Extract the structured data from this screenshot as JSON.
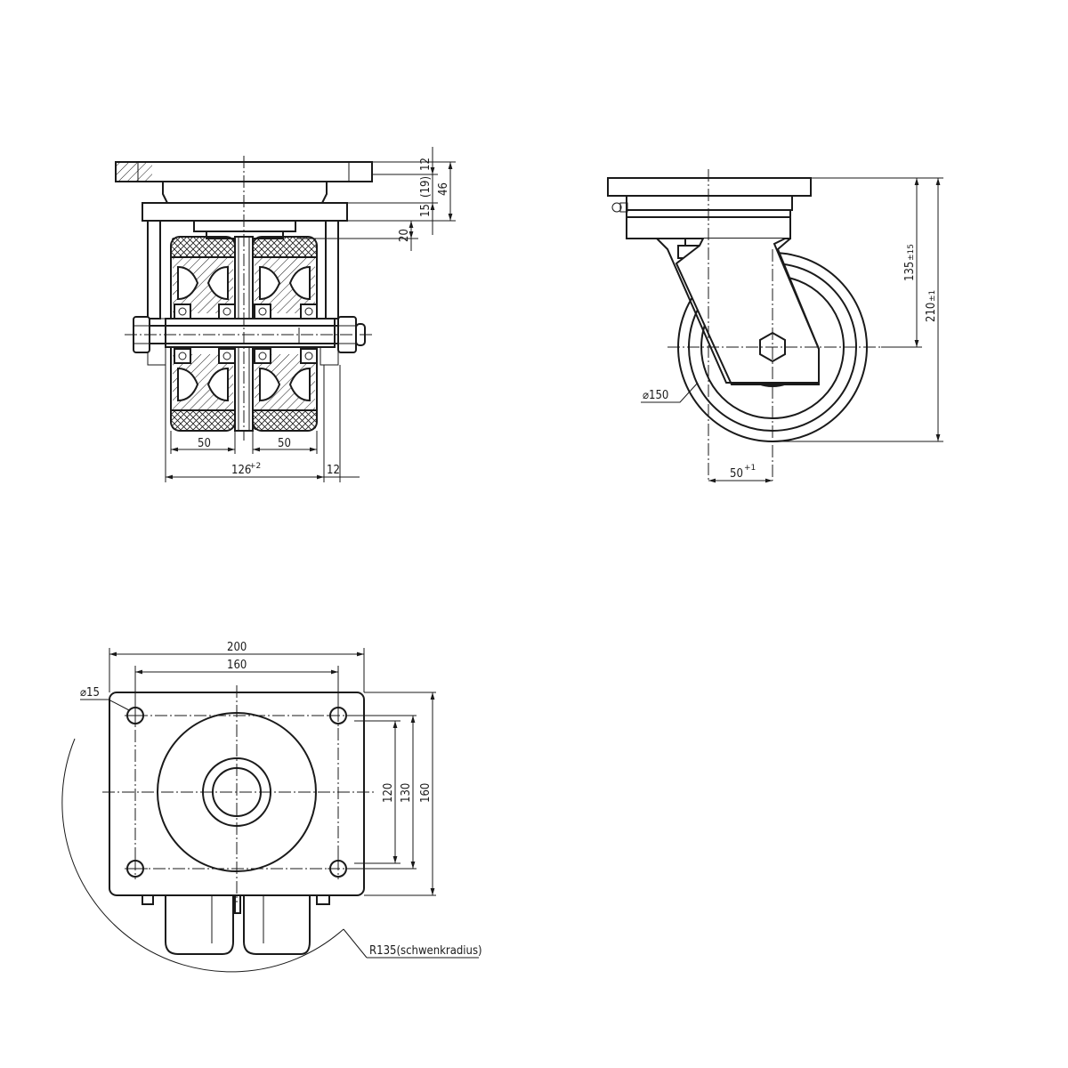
{
  "front_view": {
    "dims": {
      "d12_top": "12",
      "d19": "(19)",
      "d15": "15",
      "d46": "46",
      "d20": "20",
      "d50_left": "50",
      "d50_right": "50",
      "d126": "126",
      "d126_tol": "+2",
      "d12_side": "12"
    }
  },
  "side_view": {
    "dims": {
      "d135": "135",
      "d135_tol": "±15",
      "d210": "210",
      "d210_tol": "±1",
      "d150": "⌀150",
      "d50": "50",
      "d50_tol": "+1"
    }
  },
  "top_view": {
    "dims": {
      "d200": "200",
      "d160_h": "160",
      "d15": "⌀15",
      "d120": "120",
      "d130": "130",
      "d160_v": "160",
      "radius": "R135(schwenkradius)"
    }
  }
}
